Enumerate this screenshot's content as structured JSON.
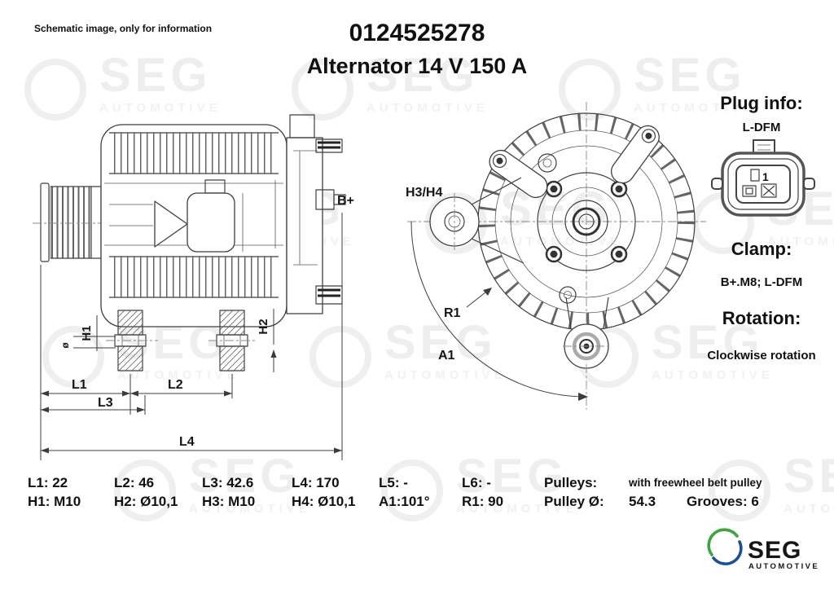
{
  "note": "Schematic image, only for information",
  "title": {
    "part_number": "0124525278",
    "subtitle": "Alternator 14 V 150 A"
  },
  "side_panel": {
    "plug_heading": "Plug info:",
    "plug_type": "L-DFM",
    "clamp_heading": "Clamp:",
    "clamp_value": "B+.M8; L-DFM",
    "rotation_heading": "Rotation:",
    "rotation_value": "Clockwise rotation"
  },
  "drawing_labels": {
    "side_view": {
      "b_plus": "B+",
      "h1": "H1",
      "h2": "H2",
      "diameter": "ø",
      "l1": "L1",
      "l2": "L2",
      "l3": "L3",
      "l4": "L4"
    },
    "front_view": {
      "h3_h4": "H3/H4",
      "r1": "R1",
      "a1": "A1"
    },
    "plug_pin": "1"
  },
  "specs": {
    "row1": [
      "L1: 22",
      "L2: 46",
      "L3: 42.6",
      "L4: 170",
      "L5: -",
      "L6: -",
      "Pulleys:",
      "with freewheel belt pulley"
    ],
    "row2": [
      "H1: M10",
      "H2: Ø10,1",
      "H3: M10",
      "H4: Ø10,1",
      "A1:101°",
      "R1: 90",
      "Pulley Ø:",
      "54.3",
      "Grooves: 6"
    ]
  },
  "branding": {
    "watermark_text": "SEG",
    "watermark_subtext": "AUTOMOTIVE",
    "logo_text": "SEG",
    "logo_subtext": "AUTOMOTIVE"
  },
  "colors": {
    "logo_green": "#3fa43f",
    "logo_blue": "#1d4f91",
    "logo_text_blue": "#1c3f6e",
    "logo_sub_blue": "#2e6da4",
    "drawing_line": "#3f3f3f",
    "watermark_gray": "#efefef"
  }
}
